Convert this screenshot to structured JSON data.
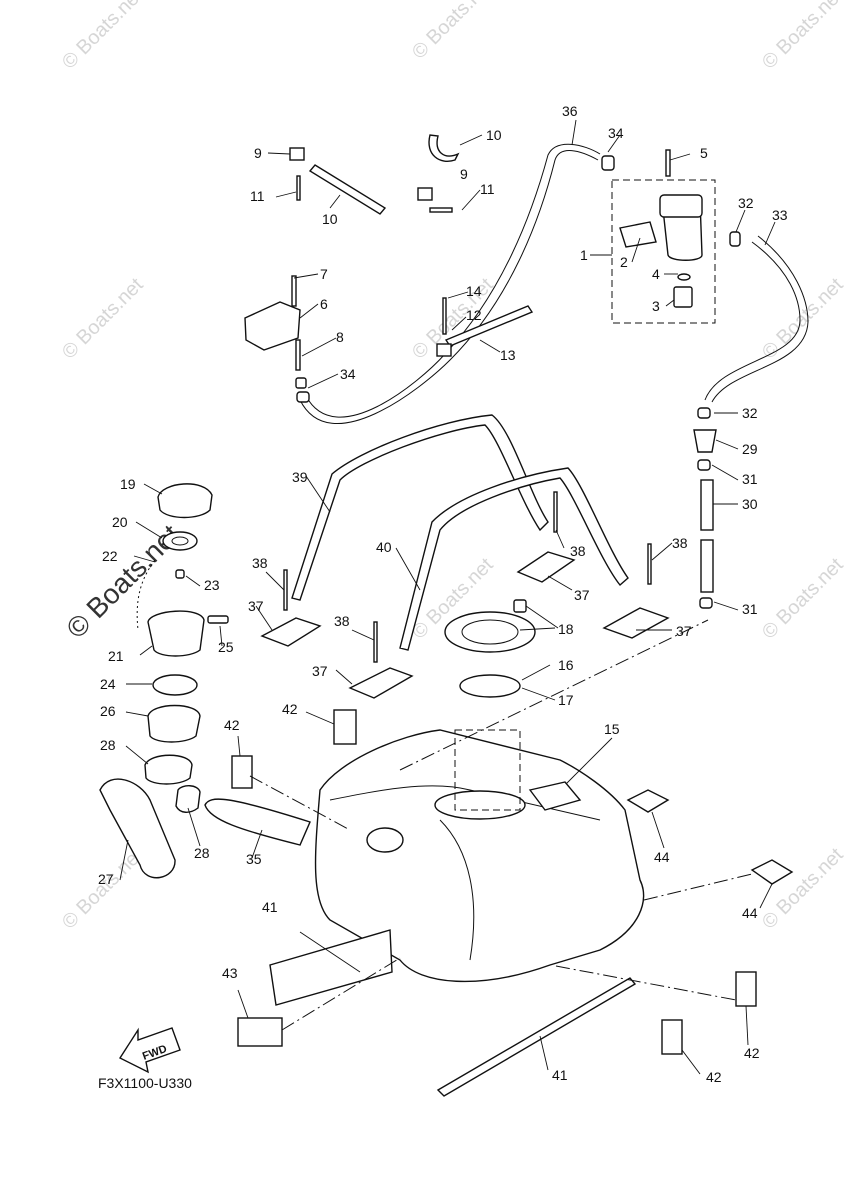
{
  "diagram_code": "F3X1100-U330",
  "fwd_label": "FWD",
  "watermark": "© Boats.net",
  "callouts": {
    "c1": "1",
    "c2": "2",
    "c3": "3",
    "c4": "4",
    "c5": "5",
    "c6": "6",
    "c7": "7",
    "c8": "8",
    "c9a": "9",
    "c9b": "9",
    "c10a": "10",
    "c10b": "10",
    "c11a": "11",
    "c11b": "11",
    "c12": "12",
    "c13": "13",
    "c14": "14",
    "c15": "15",
    "c16": "16",
    "c17": "17",
    "c18": "18",
    "c19": "19",
    "c20": "20",
    "c21": "21",
    "c22": "22",
    "c23": "23",
    "c24": "24",
    "c25": "25",
    "c26": "26",
    "c27": "27",
    "c28a": "28",
    "c28b": "28",
    "c29": "29",
    "c30": "30",
    "c31a": "31",
    "c31b": "31",
    "c32a": "32",
    "c32b": "32",
    "c33": "33",
    "c34a": "34",
    "c34b": "34",
    "c35": "35",
    "c36": "36",
    "c37a": "37",
    "c37b": "37",
    "c37c": "37",
    "c37d": "37",
    "c38a": "38",
    "c38b": "38",
    "c38c": "38",
    "c38d": "38",
    "c39": "39",
    "c40": "40",
    "c41a": "41",
    "c41b": "41",
    "c42a": "42",
    "c42b": "42",
    "c42c": "42",
    "c42d": "42",
    "c43": "43",
    "c44a": "44",
    "c44b": "44"
  }
}
